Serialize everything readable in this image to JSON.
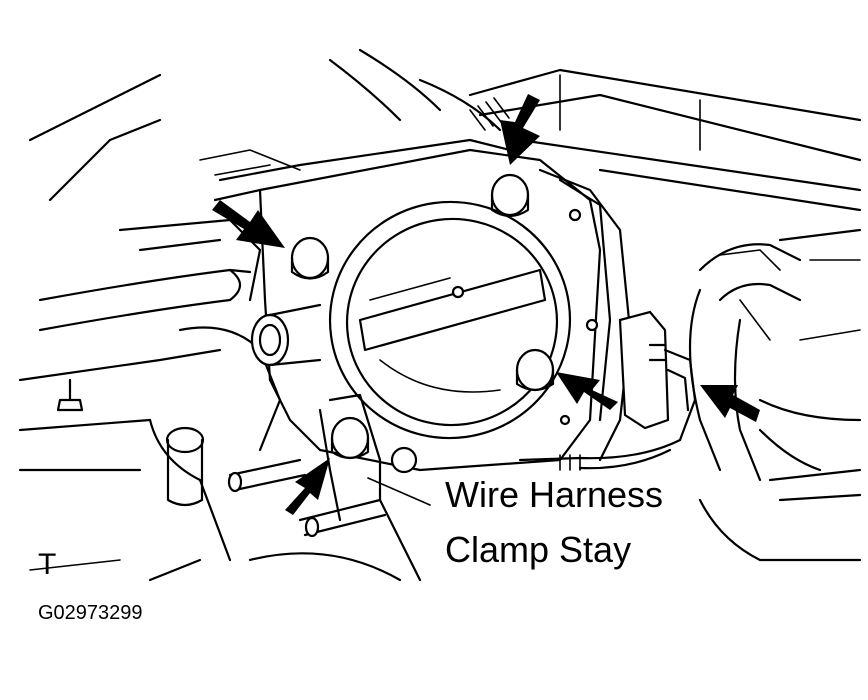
{
  "callout": {
    "line1": "Wire Harness",
    "line2": "Clamp Stay"
  },
  "corner_mark": "T",
  "figure_code": "G02973299"
}
